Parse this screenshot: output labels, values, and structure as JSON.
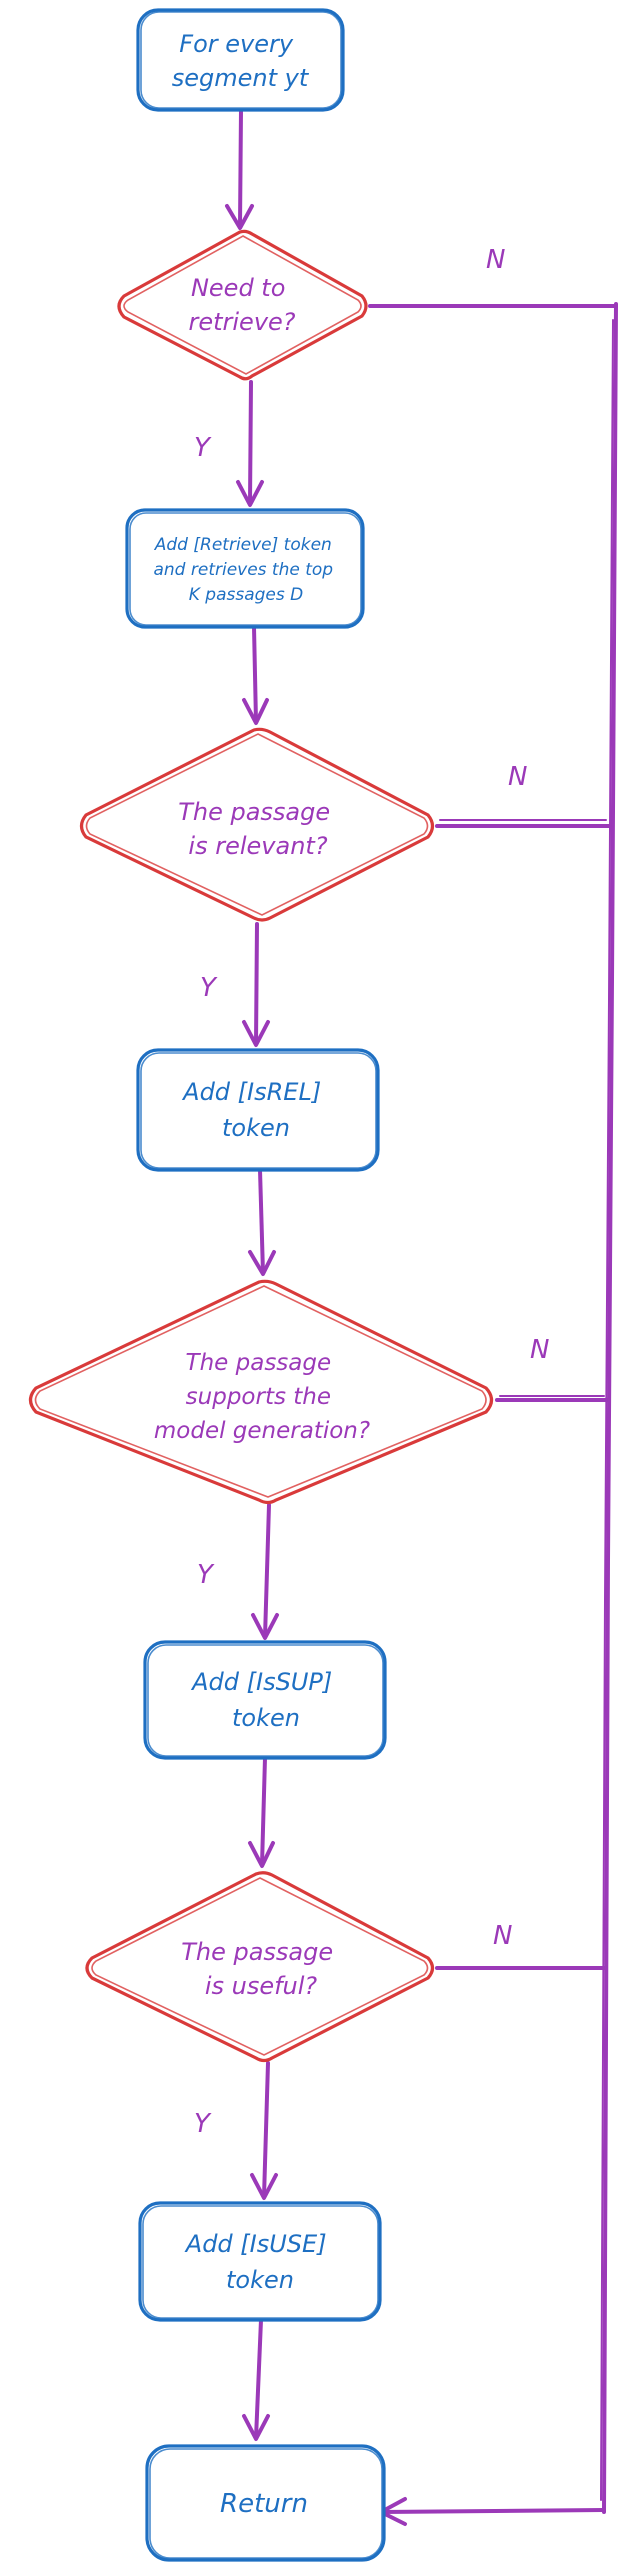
{
  "nodes": {
    "start": {
      "lines": [
        "For every",
        "segment yt"
      ]
    },
    "need_retrieve": {
      "lines": [
        "Need to",
        "retrieve?"
      ]
    },
    "add_retrieve": {
      "lines": [
        "Add [Retrieve] token",
        "and retrieves the top",
        "K passages D"
      ]
    },
    "is_relevant": {
      "lines": [
        "The passage",
        "is relevant?"
      ]
    },
    "add_isrel": {
      "lines": [
        "Add [IsREL]",
        "token"
      ]
    },
    "supports": {
      "lines": [
        "The passage",
        "supports the",
        "model generation?"
      ]
    },
    "add_issup": {
      "lines": [
        "Add [IsSUP]",
        "token"
      ]
    },
    "is_useful": {
      "lines": [
        "The passage",
        "is useful?"
      ]
    },
    "add_isuse": {
      "lines": [
        "Add [IsUSE]",
        "token"
      ]
    },
    "return": {
      "lines": [
        "Return"
      ]
    }
  },
  "edge_labels": {
    "need_retrieve_yes": "Y",
    "need_retrieve_no": "N",
    "is_relevant_yes": "Y",
    "is_relevant_no": "N",
    "supports_yes": "Y",
    "supports_no": "N",
    "is_useful_yes": "Y",
    "is_useful_no": "N"
  },
  "colors": {
    "process_stroke": "#1e6fc2",
    "decision_stroke": "#d93a3a",
    "decision_text": "#9b39b8",
    "connector": "#9b39b8"
  }
}
